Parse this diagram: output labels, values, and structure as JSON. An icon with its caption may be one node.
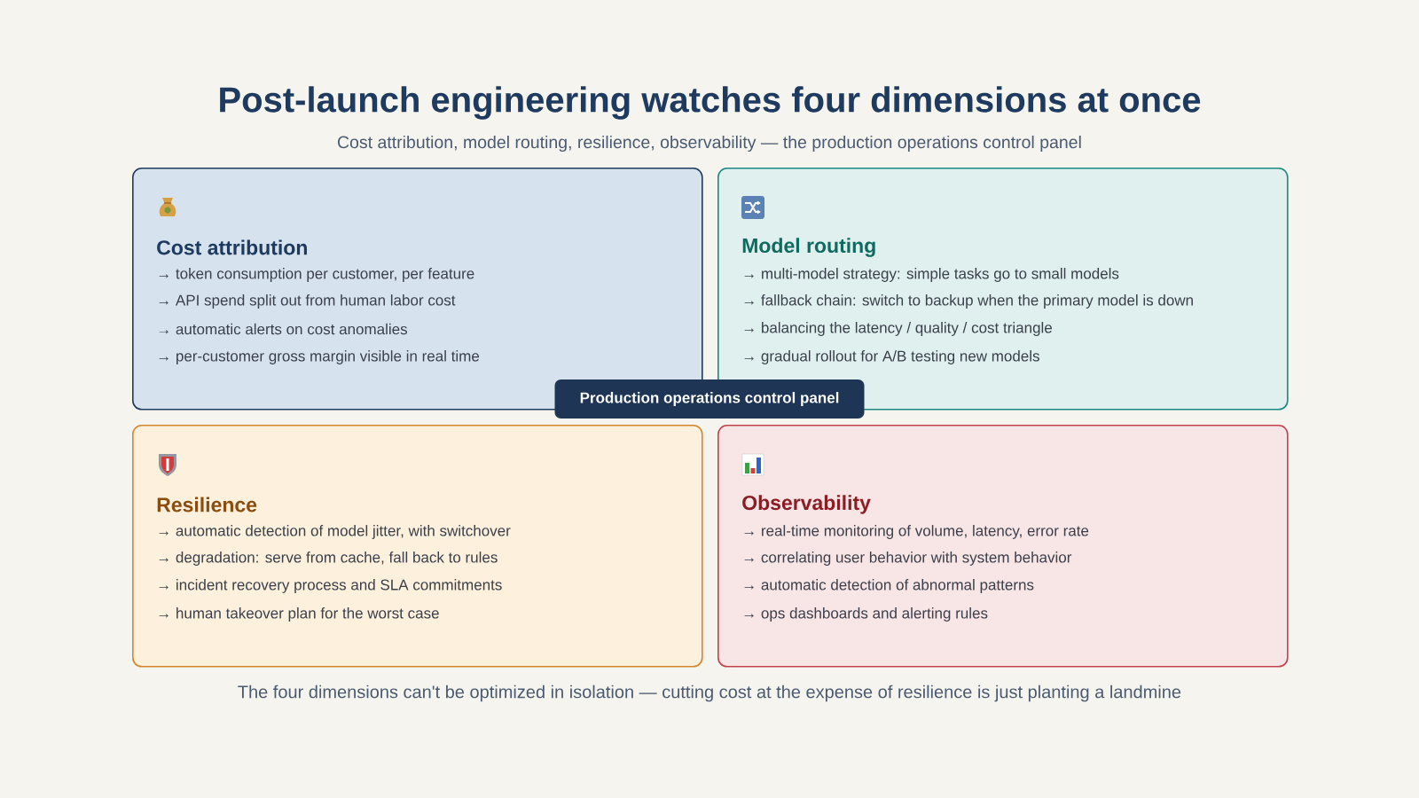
{
  "diagram": {
    "title": "Post-launch engineering watches four dimensions at once",
    "caption": "The four dimensions can't be optimized in isolation — cutting cost at the expense of resilience is just planting a landmine",
    "nodes": [
      {
        "text": [
          "Cost attribution",
          "→ token consumption per customer, per feature",
          "→ API spend split out from human labor cost",
          "→ automatic alerts on cost anomalies",
          "→ per-customer gross margin visible in real time"
        ]
      },
      {
        "text": [
          "Model routing",
          "→ multi-model strategy: simple tasks go to small models",
          "→ fallback chain: switch to backup when the primary model is down",
          "→ balancing the latency / quality / cost triangle",
          "→ gradual rollout for A/B testing new models"
        ]
      },
      {
        "text": [
          "Resilience",
          "→ automatic detection of model jitter, with switchover",
          "→ degradation: serve from cache, fall back to rules",
          "→ incident recovery process and SLA commitments",
          "→ human takeover plan for the worst case"
        ]
      },
      {
        "text": [
          "Observability",
          "→ real-time monitoring of volume, latency, error rate",
          "→ correlating user behavior with system behavior",
          "→ automatic detection of abnormal patterns",
          "→ ops dashboards and alerting rules"
        ]
      },
      {
        "text": [
          "Production operations control panel"
        ]
      }
    ],
    "labels": [
      "Cost attribution, model routing, resilience, observability — the production operations control panel"
    ]
  }
}
